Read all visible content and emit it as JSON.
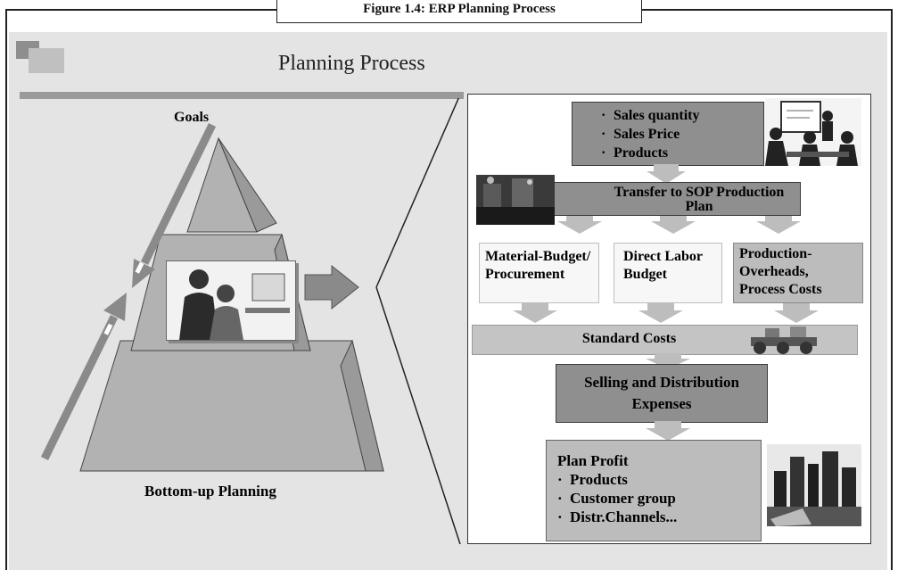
{
  "caption": "Figure 1.4: ERP Planning Process",
  "slide_title": "Planning Process",
  "pyramid": {
    "top_label": "Goals",
    "bottom_label": "Bottom-up Planning"
  },
  "flow": {
    "sales_items": [
      "Sales quantity",
      "Sales Price",
      "Products"
    ],
    "sop": "Transfer to SOP Production Plan",
    "material": "Material-Budget/ Procurement",
    "labor": "Direct Labor Budget",
    "overheads": "Production-Overheads, Process Costs",
    "standard_costs": "Standard Costs",
    "selling": "Selling and Distribution Expenses",
    "plan_profit_title": "Plan Profit",
    "plan_profit_items": [
      "Products",
      "Customer group",
      "Distr.Channels..."
    ]
  },
  "colors": {
    "slide_bg": "#e4e4e4",
    "box_dark": "#8f8f8f",
    "pyramid_face": "#b0b0b0",
    "arrow": "#8a8a8a"
  }
}
